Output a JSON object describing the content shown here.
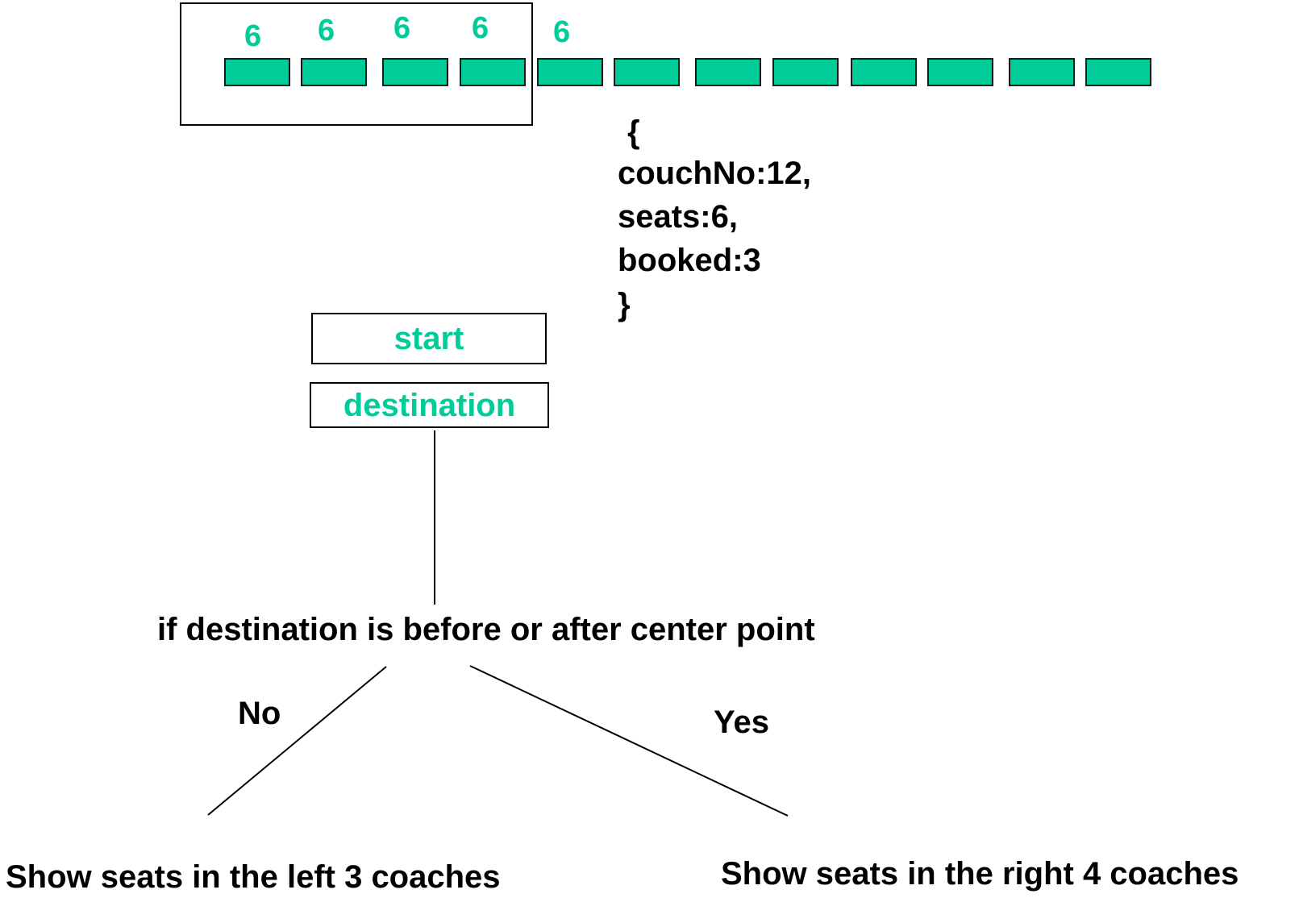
{
  "train": {
    "coach_count": 12,
    "coach_color": "#00cc99",
    "seat_labels": [
      "6",
      "6",
      "6",
      "6",
      "6"
    ]
  },
  "coach_object": {
    "open": "{",
    "lines": [
      "couchNo:12,",
      "seats:6,",
      "booked:3"
    ],
    "close": "}"
  },
  "inputs": {
    "start": "start",
    "destination": "destination"
  },
  "decision": {
    "question": "if destination is before or after center point",
    "no_label": "No",
    "yes_label": "Yes",
    "no_result": "Show seats in the left 3 coaches",
    "yes_result": "Show seats in the right 4 coaches"
  }
}
